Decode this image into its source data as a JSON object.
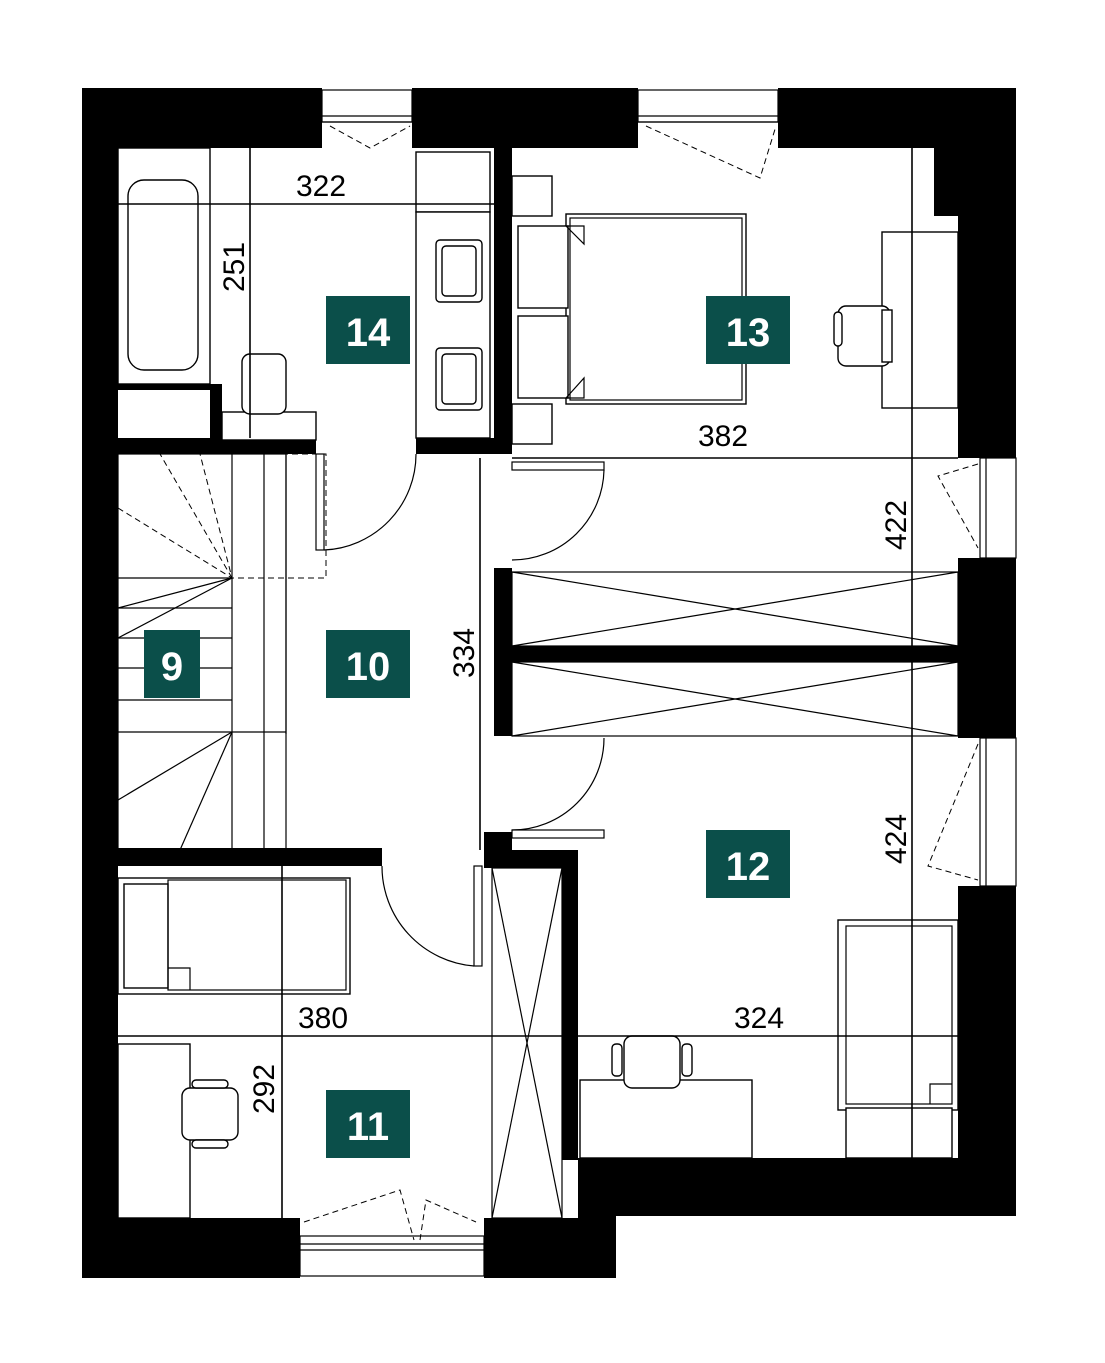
{
  "rooms": [
    {
      "id": "room-9",
      "label": "9"
    },
    {
      "id": "room-10",
      "label": "10"
    },
    {
      "id": "room-11",
      "label": "11"
    },
    {
      "id": "room-12",
      "label": "12"
    },
    {
      "id": "room-13",
      "label": "13"
    },
    {
      "id": "room-14",
      "label": "14"
    }
  ],
  "dimensions": {
    "bathroom_width": "322",
    "bathroom_depth": "251",
    "bedroom13_width": "382",
    "bedroom13_depth": "422",
    "hall_length": "334",
    "bedroom12_depth": "424",
    "bedroom11_width": "380",
    "bedroom11_depth": "292",
    "bedroom12_width": "324"
  },
  "colors": {
    "room_badge": "#0b4f4a",
    "walls": "#000000"
  }
}
